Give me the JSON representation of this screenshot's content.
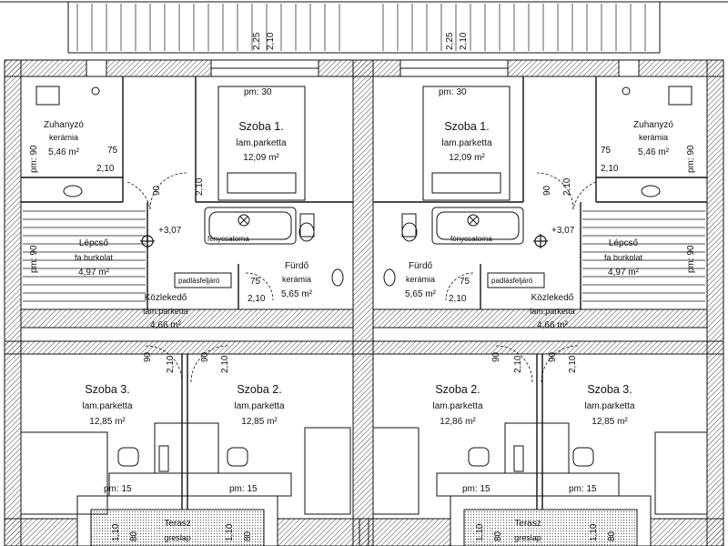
{
  "units": {
    "left": {
      "bedroom1": {
        "name": "Szoba 1.",
        "floor": "lam.parketta",
        "area": "12,09 m²"
      },
      "shower": {
        "name": "Zuhanyzó",
        "floor": "kerámia",
        "area": "5,46 m²"
      },
      "stairs": {
        "name": "Lépcső",
        "floor": "fa burkolat",
        "area": "4,97 m²"
      },
      "bath": {
        "name": "Fürdő",
        "floor": "kerámia",
        "area": "5,65 m²"
      },
      "hall": {
        "name": "Közlekedő",
        "floor": "lam.parketta",
        "area": "4,66 m²"
      },
      "bedroom3": {
        "name": "Szoba 3.",
        "floor": "lam.parketta",
        "area": "12,85 m²"
      },
      "bedroom2": {
        "name": "Szoba 2.",
        "floor": "lam.parketta",
        "area": "12,85 m²"
      }
    },
    "right": {
      "bedroom1": {
        "name": "Szoba 1.",
        "floor": "lam.parketta",
        "area": "12,09 m²"
      },
      "shower": {
        "name": "Zuhanyzó",
        "floor": "kerámia",
        "area": "5,46 m²"
      },
      "stairs": {
        "name": "Lépcső",
        "floor": "fa burkolat",
        "area": "4,97 m²"
      },
      "bath": {
        "name": "Fürdő",
        "floor": "kerámia",
        "area": "5,65 m²"
      },
      "hall": {
        "name": "Közlekedő",
        "floor": "lam.parketta",
        "area": "4,66 m²"
      },
      "bedroom2": {
        "name": "Szoba 2.",
        "floor": "lam.parketta",
        "area": "12,86 m²"
      },
      "bedroom3": {
        "name": "Szoba 3.",
        "floor": "lam.parketta",
        "area": "12,85 m²"
      }
    }
  },
  "terrace": {
    "name": "Terasz",
    "floor": "greslap"
  },
  "annotations": {
    "sill_30": "pm: 30",
    "sill_90": "pm: 90",
    "sill_15": "pm: 15",
    "window_w": "2,25",
    "window_h": "2,10",
    "door_w90": "90",
    "door_w75": "75",
    "door_h": "2,10",
    "bath_door_h": "2,10",
    "terrace_w": "1,10",
    "terrace_h": "80",
    "level": "+3,07",
    "skylight": "fénycsatorna",
    "attic_hatch": "padlásfeljáró"
  },
  "colors": {
    "wall_hatch": "#444444",
    "line": "#111111",
    "paper": "#ffffff"
  }
}
